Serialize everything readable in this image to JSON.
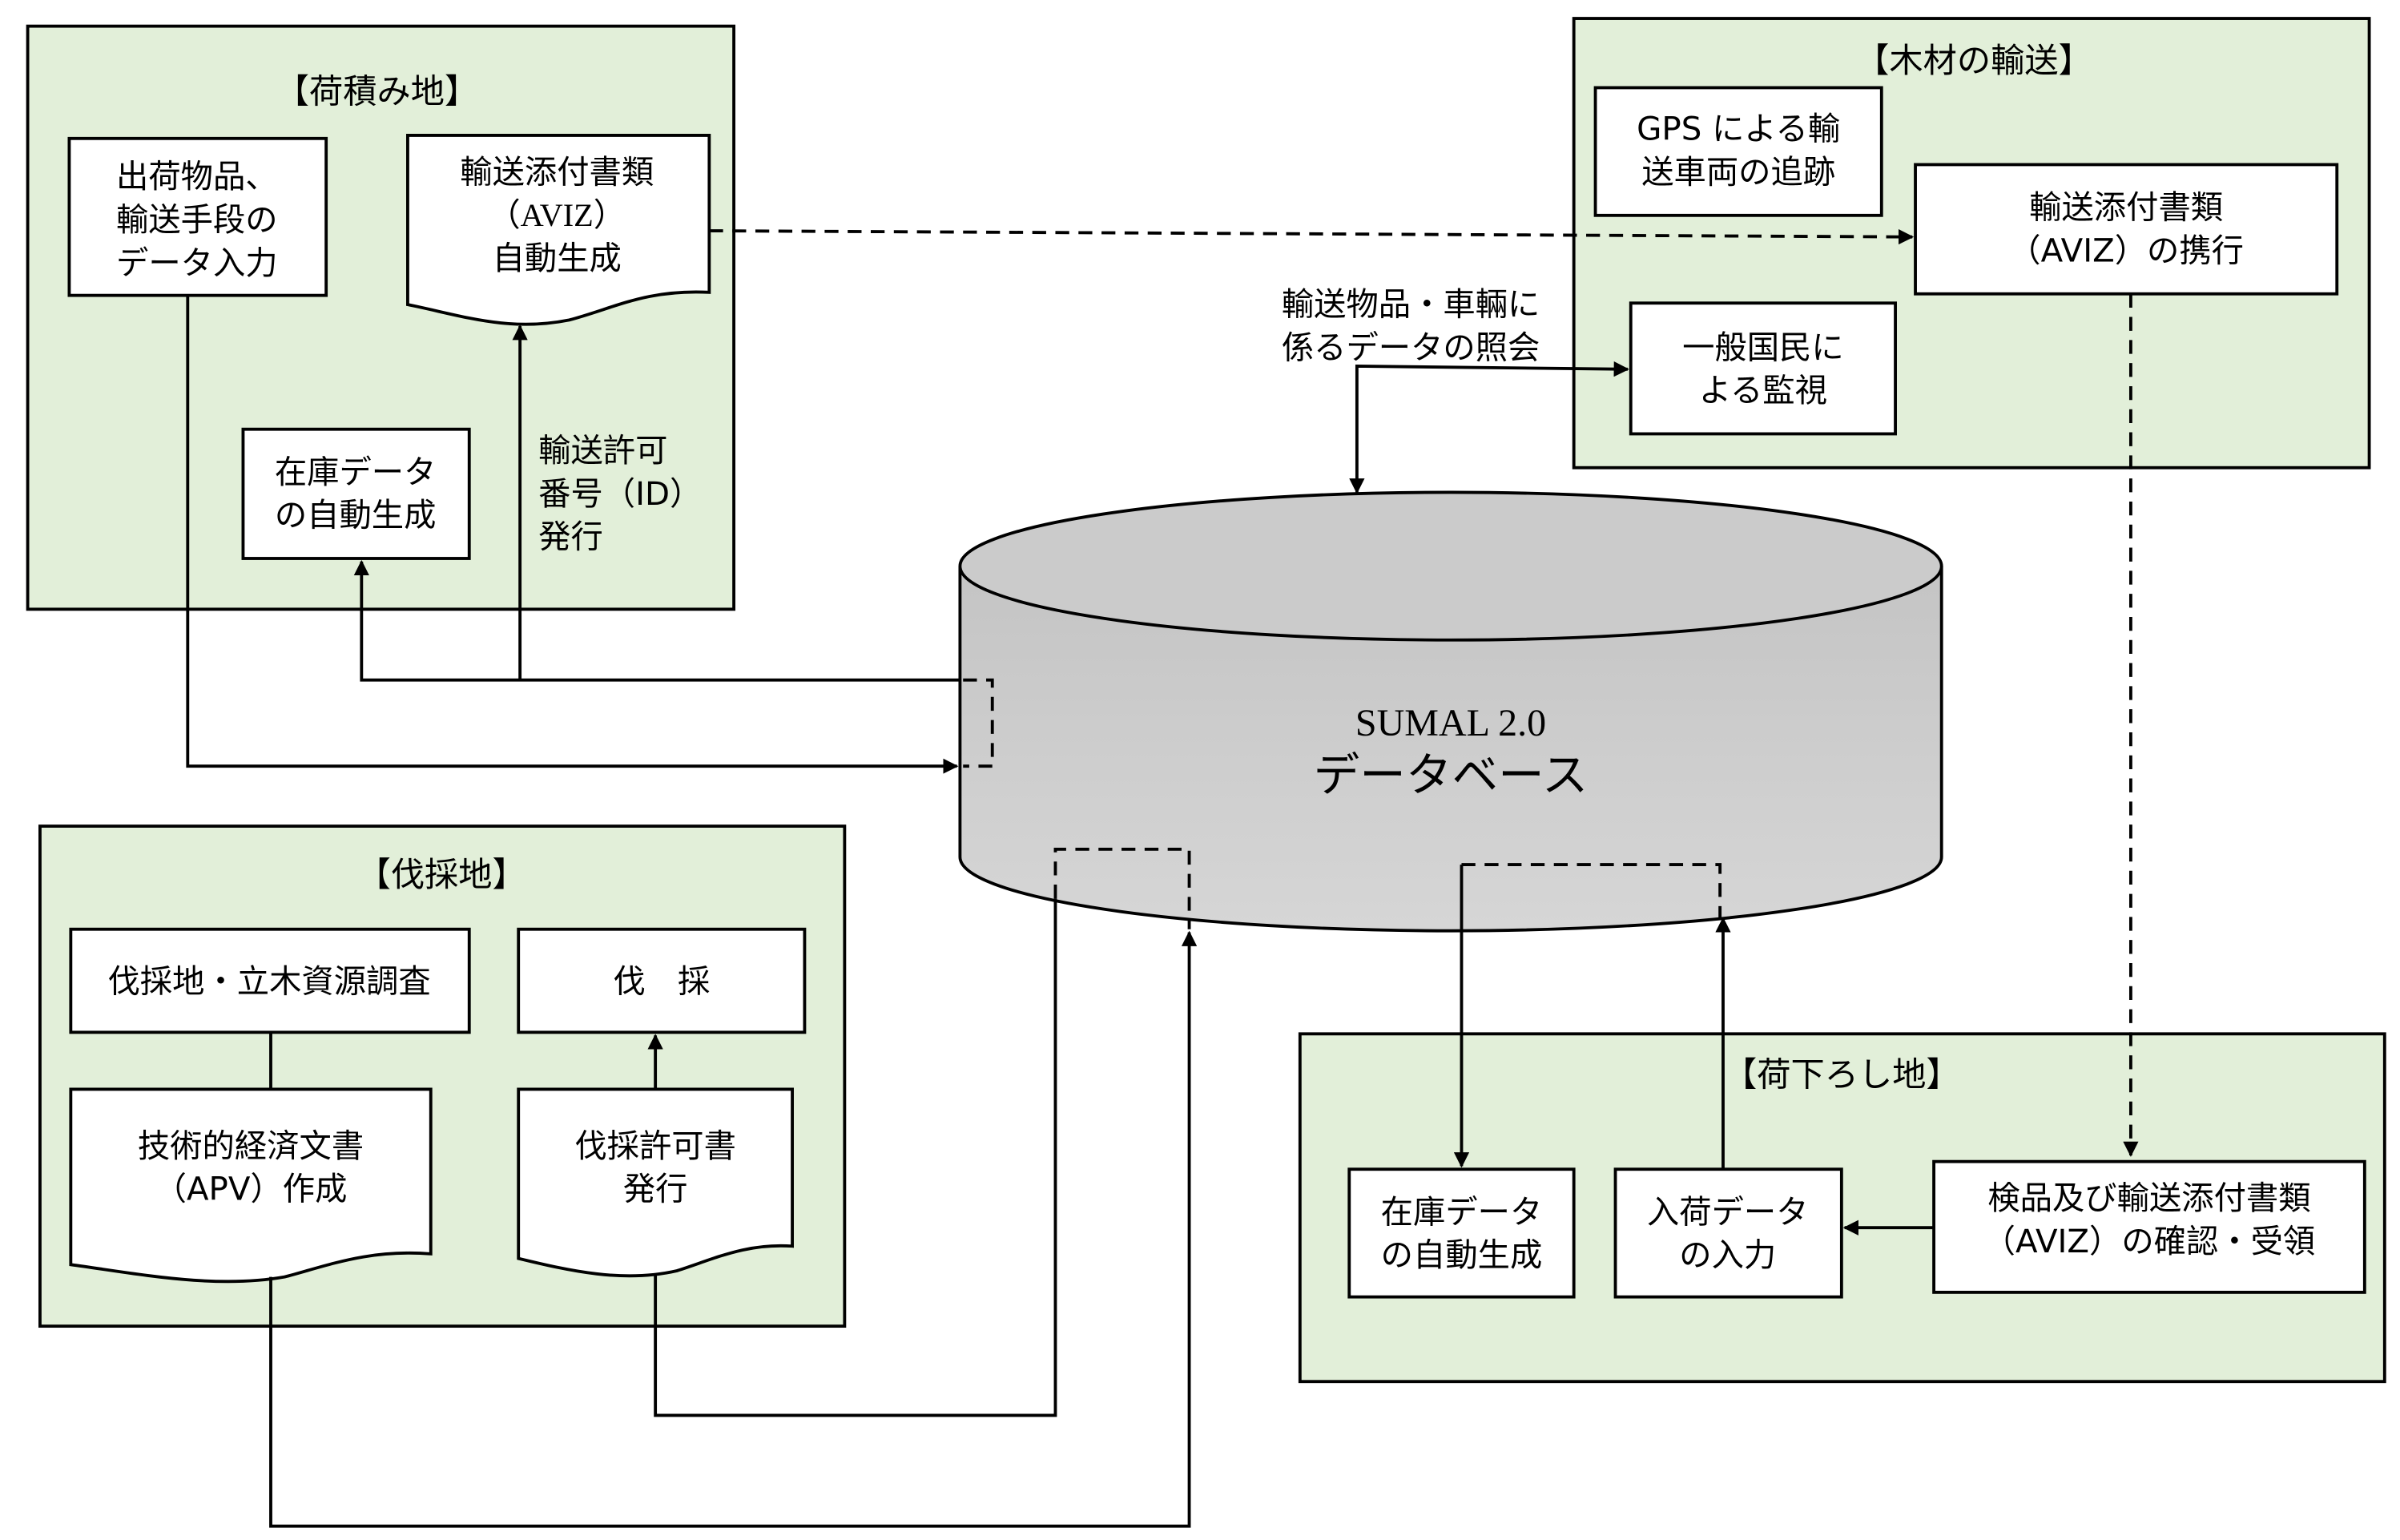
{
  "colors": {
    "group_fill": "#e2efd9",
    "database_fill": "#cbcbcb",
    "line": "#000000"
  },
  "loading": {
    "title": "【荷積み地】",
    "input_box": [
      "出荷物品、",
      "輸送手段の",
      "データ入力"
    ],
    "aviz_doc": [
      "輸送添付書類",
      "（AVIZ）",
      "自動生成"
    ],
    "stock_box": [
      "在庫データ",
      "の自動生成"
    ],
    "permit_label": [
      "輸送許可",
      "番号（ID）",
      "発行"
    ]
  },
  "transport": {
    "title": "【木材の輸送】",
    "gps_box": [
      "GPS による輸",
      "送車両の追跡"
    ],
    "aviz_box": [
      "輸送添付書類",
      "（AVIZ）の携行"
    ],
    "public_box": [
      "一般国民に",
      "よる監視"
    ],
    "query_label": [
      "輸送物品・車輛に",
      "係るデータの照会"
    ]
  },
  "database": {
    "line1": "SUMAL 2.0",
    "line2": "データベース"
  },
  "harvest": {
    "title": "【伐採地】",
    "survey_box": "伐採地・立木資源調査",
    "harvest_box": "伐　採",
    "apv_doc": [
      "技術的経済文書",
      "（APV）作成"
    ],
    "permit_doc": [
      "伐採許可書",
      "発行"
    ]
  },
  "unloading": {
    "title": "【荷下ろし地】",
    "stock_box": [
      "在庫データ",
      "の自動生成"
    ],
    "arrival_box": [
      "入荷データ",
      "の入力"
    ],
    "inspect_box": [
      "検品及び輸送添付書類",
      "（AVIZ）の確認・受領"
    ]
  }
}
